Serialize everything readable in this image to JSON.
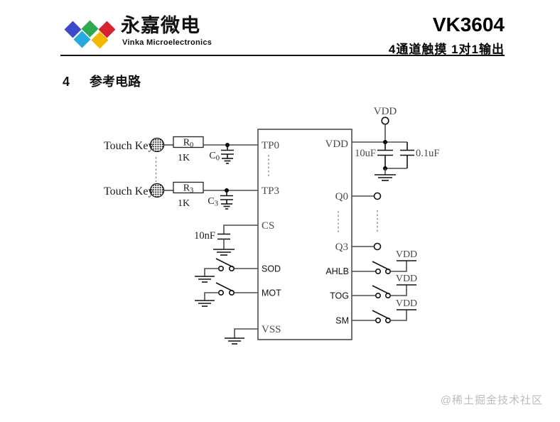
{
  "header": {
    "logo_title": "永嘉微电",
    "logo_subtitle": "Vinka Microelectronics",
    "product": "VK3604",
    "tagline": "4通道触摸 1对1输出"
  },
  "section": {
    "number": "4",
    "title": "参考电路"
  },
  "circuit": {
    "touch_key_label": "Touch Key",
    "resistors": {
      "r0_name": "R",
      "r0_sub": "0",
      "r0_value": "1K",
      "r3_name": "R",
      "r3_sub": "3",
      "r3_value": "1K"
    },
    "caps": {
      "c0_name": "C",
      "c0_sub": "0",
      "c3_name": "C",
      "c3_sub": "3",
      "cs_value": "10nF",
      "bulk": "10uF",
      "bypass": "0.1uF"
    },
    "power": {
      "vdd_top": "VDD",
      "vdd_ahlb": "VDD",
      "vdd_tog": "VDD",
      "vdd_sm": "VDD"
    },
    "ic": {
      "left_pins": [
        "TP0",
        "TP3",
        "CS",
        "SOD",
        "MOT",
        "VSS"
      ],
      "right_pins": [
        "VDD",
        "Q0",
        "Q3",
        "AHLB",
        "TOG",
        "SM"
      ]
    }
  },
  "footer": {
    "watermark": "@稀土掘金技术社区"
  },
  "colors": {
    "logo_blue": "#3f48c8",
    "logo_green": "#2fa84f",
    "logo_red": "#d6232e",
    "logo_cyan": "#26a9e0",
    "logo_yellow": "#f5b800"
  }
}
